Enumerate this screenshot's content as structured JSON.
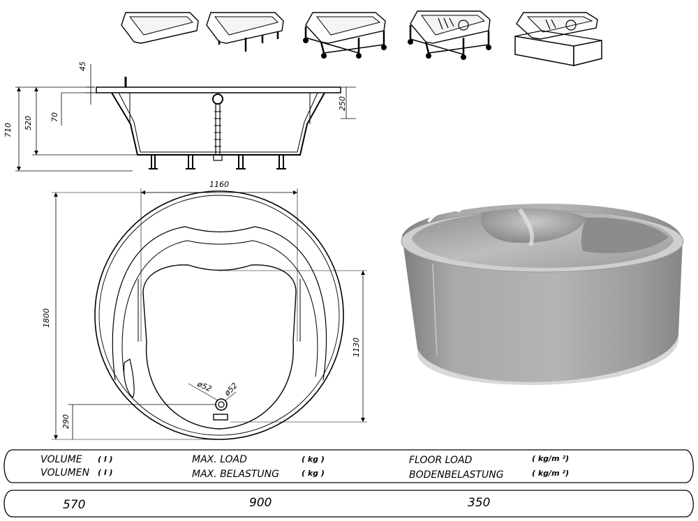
{
  "side_view": {
    "dims": {
      "total_height": "710",
      "tub_height": "520",
      "rim": "45",
      "inner": "70",
      "seat": "250"
    }
  },
  "top_view": {
    "dims": {
      "width": "1160",
      "diameter": "1800",
      "depth_zone": "1130",
      "drain_offset": "290",
      "drain_dia_1": "ø52",
      "drain_dia_2": "ø52"
    }
  },
  "spec_table": {
    "volume_label_en": "VOLUME",
    "volume_label_de": "VOLUMEN",
    "volume_unit": "( l )",
    "load_label_en": "MAX. LOAD",
    "load_label_de": "MAX. BELASTUNG",
    "load_unit": "( kg )",
    "floor_label_en": "FLOOR LOAD",
    "floor_label_de": "BODENBELASTUNG",
    "floor_unit": "( kg/m ²)",
    "volume_value": "570",
    "load_value": "900",
    "floor_value": "350"
  }
}
